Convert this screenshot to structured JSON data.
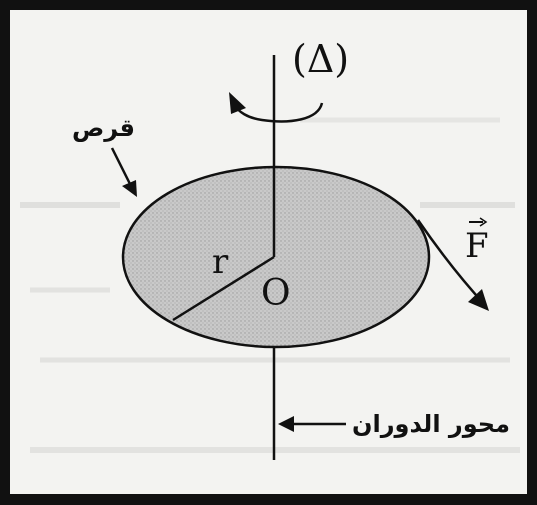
{
  "figure": {
    "labels": {
      "axis_symbol": "(Δ)",
      "disc": "قرص",
      "radius": "r",
      "center": "O",
      "force": "F",
      "axis_caption": "محور الدوران"
    },
    "colors": {
      "frame": "#111111",
      "paper": "#f3f3f1",
      "disc_fill": "#c8c8c8",
      "ink": "#111111"
    }
  }
}
